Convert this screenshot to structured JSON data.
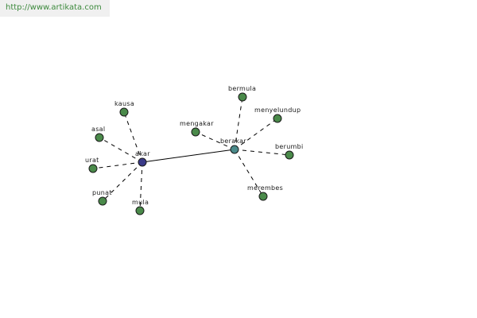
{
  "banner": {
    "text": "http://www.artikata.com"
  },
  "colors": {
    "banner_text": "#3d8a3d",
    "leaf_node": "#4a8a4a",
    "hub_akar": "#3a3a88",
    "hub_berakar": "#4a8a8a"
  },
  "graph": {
    "hubs": [
      {
        "id": "akar",
        "label": "akar",
        "color_key": "hub_akar"
      },
      {
        "id": "berakar",
        "label": "berakar",
        "color_key": "hub_berakar"
      }
    ],
    "leaves": [
      {
        "id": "kausa",
        "label": "kausa",
        "hub": "akar"
      },
      {
        "id": "asal",
        "label": "asal",
        "hub": "akar"
      },
      {
        "id": "urat",
        "label": "urat",
        "hub": "akar"
      },
      {
        "id": "punat",
        "label": "punat",
        "hub": "akar"
      },
      {
        "id": "mula",
        "label": "mula",
        "hub": "akar"
      },
      {
        "id": "mengakar",
        "label": "mengakar",
        "hub": "berakar"
      },
      {
        "id": "bermula",
        "label": "bermula",
        "hub": "berakar"
      },
      {
        "id": "menyelundup",
        "label": "menyelundup",
        "hub": "berakar"
      },
      {
        "id": "berumbi",
        "label": "berumbi",
        "hub": "berakar"
      },
      {
        "id": "merembes",
        "label": "merembes",
        "hub": "berakar"
      }
    ],
    "links": [
      {
        "from": "akar",
        "to": "berakar"
      }
    ]
  }
}
